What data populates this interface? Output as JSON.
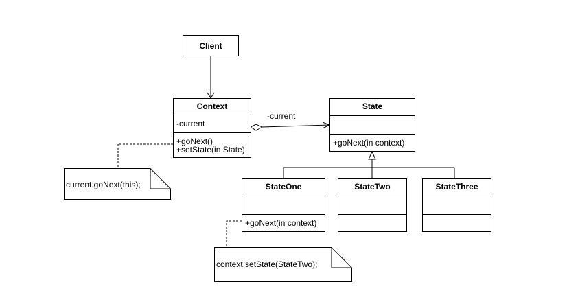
{
  "client": {
    "name": "Client"
  },
  "context": {
    "name": "Context",
    "attributes": [
      "-current"
    ],
    "operations": [
      "+goNext()",
      "+setState(in State)"
    ]
  },
  "state": {
    "name": "State",
    "attributes": [],
    "operations": [
      "+goNext(in context)"
    ]
  },
  "association_label": "-current",
  "state_one": {
    "name": "StateOne",
    "attributes": [],
    "operations": [
      "+goNext(in context)"
    ]
  },
  "state_two": {
    "name": "StateTwo",
    "attributes": [],
    "operations": []
  },
  "state_three": {
    "name": "StateThree",
    "attributes": [],
    "operations": []
  },
  "note_context": "current.goNext(this);",
  "note_state_one": "context.setState(StateTwo);"
}
